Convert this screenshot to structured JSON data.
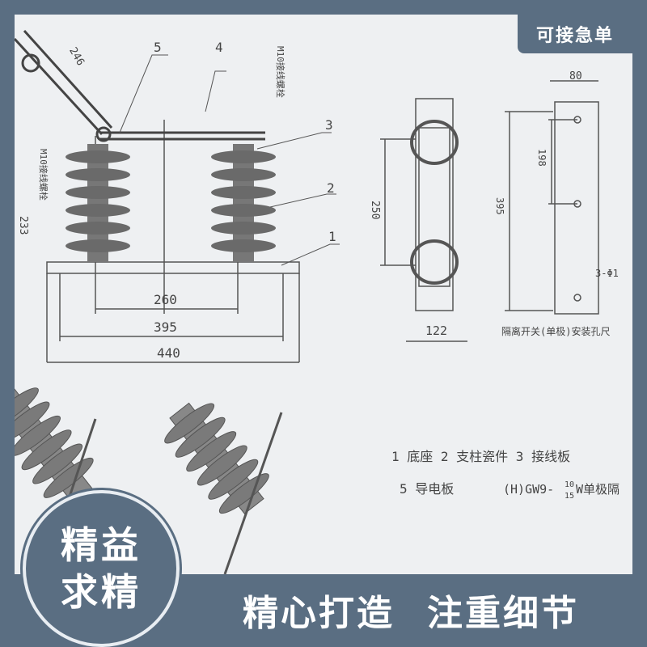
{
  "corner_tag": "可接急单",
  "badge": {
    "line1": "精益",
    "line2": "求精"
  },
  "slogan": {
    "part1": "精心打造",
    "part2": "注重细节"
  },
  "drawing": {
    "dims": {
      "d246": "246",
      "d233": "233",
      "d260": "260",
      "d395": "395",
      "d440": "440",
      "d250": "250",
      "d122": "122",
      "d80": "80",
      "d198": "198",
      "d395b": "395"
    },
    "callouts": {
      "c1": "1",
      "c2": "2",
      "c3": "3",
      "c4": "4",
      "c5": "5"
    },
    "bolt_note_left": "M10接线螺栓",
    "bolt_note_right": "M10接线螺栓",
    "hole_note": "3-Φ1",
    "mount_caption": "隔离开关(单极)安装孔尺",
    "legend": {
      "row1": "1 底座  2 支柱瓷件  3 接线板",
      "row2_a": "5 导电板",
      "row2_b_prefix": "(H)GW9-",
      "row2_b_num": "10",
      "row2_b_den": "15",
      "row2_b_suffix": "W单极隔"
    }
  }
}
